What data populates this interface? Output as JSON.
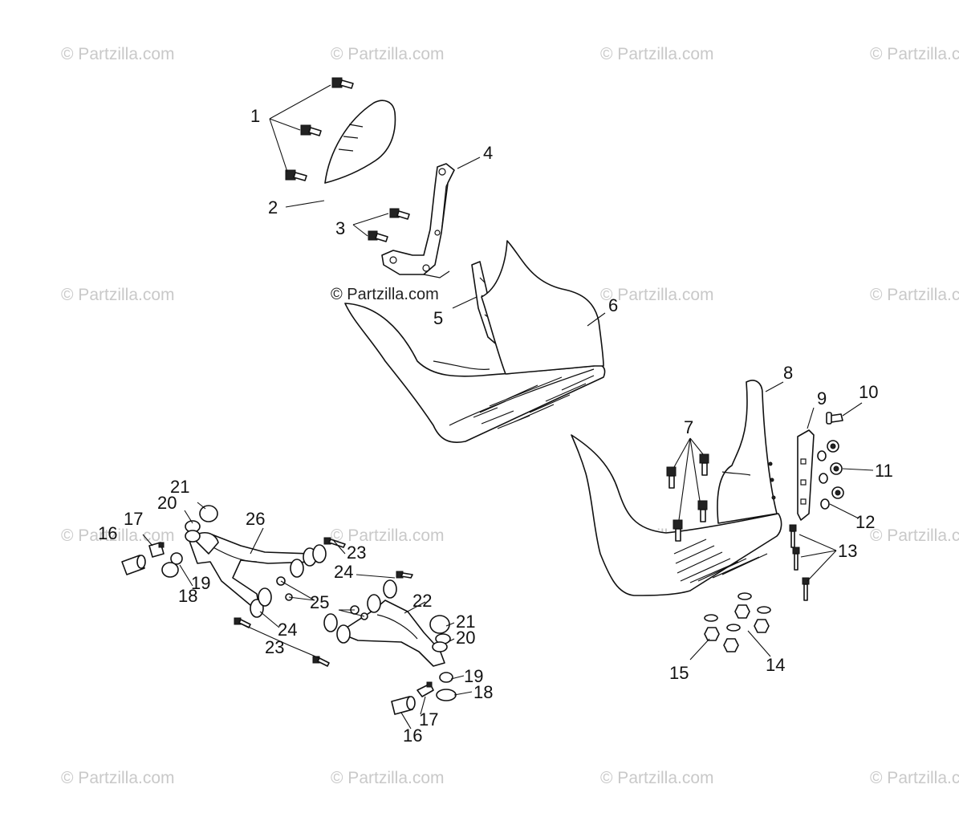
{
  "watermark": "© Partzilla.com",
  "watermark_center": "© Partzilla.com",
  "callouts": {
    "p1": "1",
    "p2": "2",
    "p3": "3",
    "p4": "4",
    "p5": "5",
    "p6": "6",
    "p7": "7",
    "p8": "8",
    "p9": "9",
    "p10": "10",
    "p11": "11",
    "p12": "12",
    "p13": "13",
    "p14": "14",
    "p15": "15",
    "p16a": "16",
    "p16b": "16",
    "p17a": "17",
    "p17b": "17",
    "p18a": "18",
    "p18b": "18",
    "p19a": "19",
    "p19b": "19",
    "p20a": "20",
    "p20b": "20",
    "p21a": "21",
    "p21b": "21",
    "p22": "22",
    "p23a": "23",
    "p23b": "23",
    "p24a": "24",
    "p24b": "24",
    "p25": "25",
    "p26": "26"
  },
  "colors": {
    "line": "#111111",
    "watermark": "#c9c9c9",
    "background": "#ffffff"
  }
}
